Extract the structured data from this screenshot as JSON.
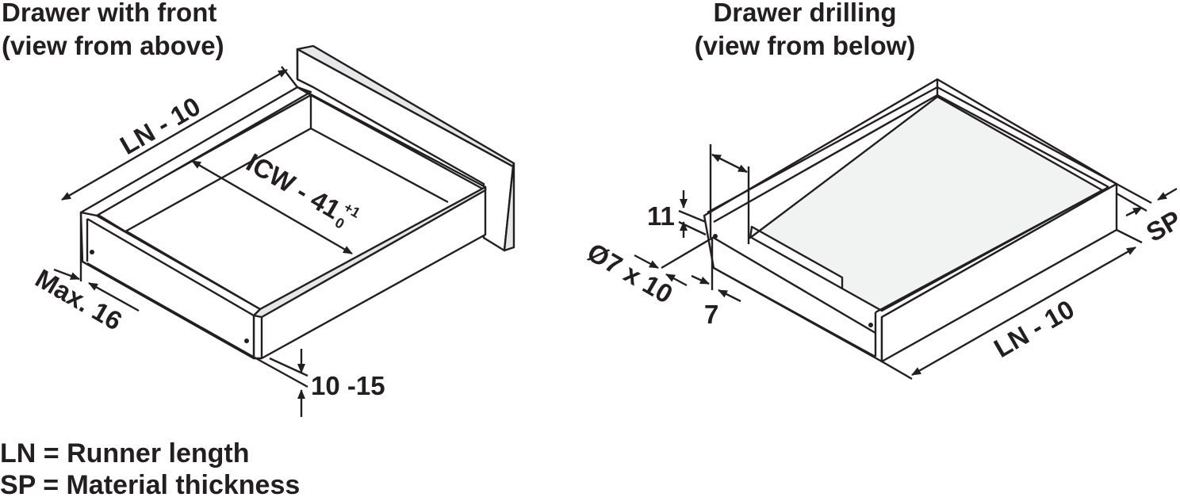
{
  "titles": {
    "left_line1": "Drawer with front",
    "left_line2": "(view from above)",
    "right_line1": "Drawer drilling",
    "right_line2": "(view from below)"
  },
  "dimensions": {
    "left_length": "LN - 10",
    "icw": "ICW - 41",
    "icw_tol_upper": "+1",
    "icw_tol_lower": "0",
    "max": "Max. 16",
    "height": "10 -15",
    "right_length": "LN - 10",
    "sp": "SP",
    "hole_height": "11",
    "drill": "Ø7 x 10",
    "hole_offset": "7"
  },
  "legend": {
    "ln": "LN = Runner length",
    "sp": "SP = Material thickness"
  },
  "colors": {
    "line": "#231f20",
    "panel": "#e6e7e8",
    "background": "#ffffff"
  }
}
